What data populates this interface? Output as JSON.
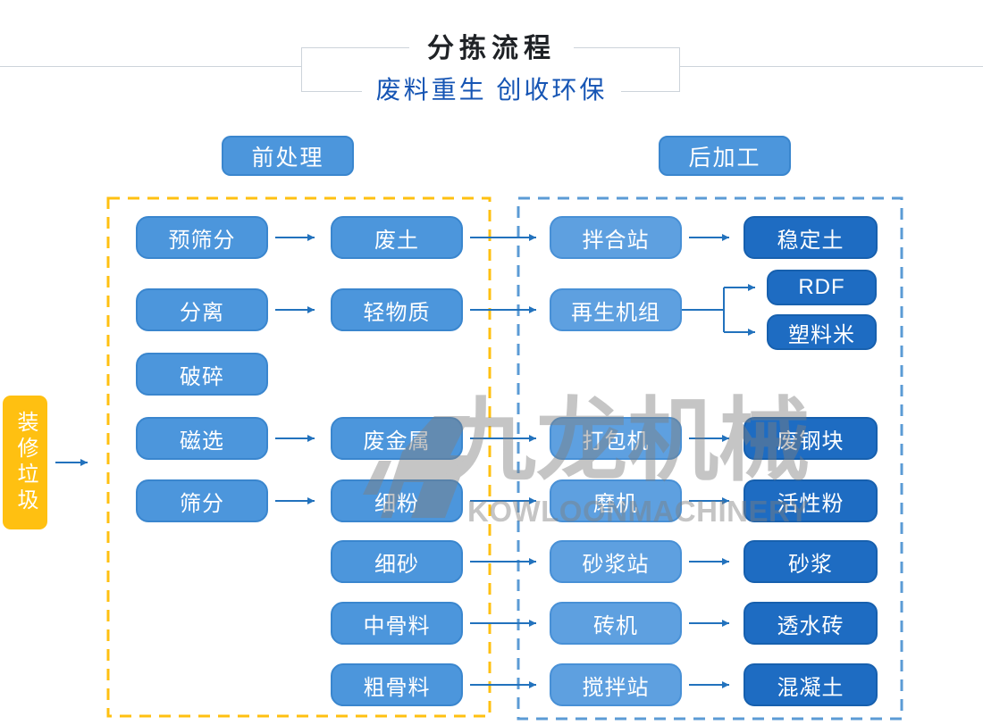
{
  "header": {
    "title": "分拣流程",
    "subtitle": "废料重生 创收环保"
  },
  "sections": {
    "pre_label": "前处理",
    "post_label": "后加工"
  },
  "source_label": "装修垃圾",
  "columns": {
    "process1": [
      "预筛分",
      "分离",
      "破碎",
      "磁选",
      "筛分"
    ],
    "output1": [
      "废土",
      "轻物质",
      "废金属",
      "细粉",
      "细砂",
      "中骨料",
      "粗骨料"
    ],
    "process2": [
      "拌合站",
      "再生机组",
      "打包机",
      "磨机",
      "砂浆站",
      "砖机",
      "搅拌站"
    ],
    "products": [
      "稳定土",
      "RDF",
      "塑料米",
      "废钢块",
      "活性粉",
      "砂浆",
      "透水砖",
      "混凝土"
    ]
  },
  "watermark": {
    "logo_text_cn": "九龙机械",
    "logo_text_en": "KOWLOONMACHINERY"
  },
  "colors": {
    "node_blue": "#4c96dc",
    "node_blue_light": "#5ea0e0",
    "node_dark_blue": "#1e6cc2",
    "accent_yellow": "#ffc011",
    "arrow_blue": "#2272bd",
    "panel_dash_blue": "#5b9bd5",
    "subtitle_blue": "#1655b4"
  }
}
